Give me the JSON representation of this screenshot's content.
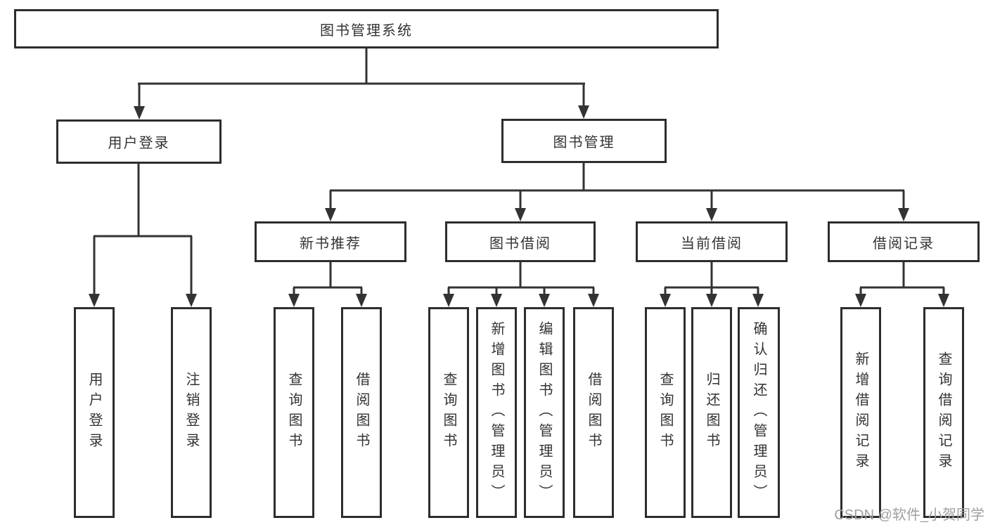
{
  "diagram": {
    "title": "图书管理系统",
    "level2": [
      {
        "label": "用户登录"
      },
      {
        "label": "图书管理"
      }
    ],
    "level3": [
      {
        "label": "新书推荐"
      },
      {
        "label": "图书借阅"
      },
      {
        "label": "当前借阅"
      },
      {
        "label": "借阅记录"
      }
    ],
    "leaves": {
      "user": [
        "用户登录",
        "注销登录"
      ],
      "recommend": [
        "查询图书",
        "借阅图书"
      ],
      "borrow": [
        "查询图书",
        "新增图书（管理员）",
        "编辑图书（管理员）",
        "借阅图书"
      ],
      "current": [
        "查询图书",
        "归还图书",
        "确认归还（管理员）"
      ],
      "records": [
        "新增借阅记录",
        "查询借阅记录"
      ]
    },
    "colors": {
      "line": "#333333",
      "border": "#2d2d2d",
      "text": "#333333",
      "watermark": "#a0a0a0"
    }
  },
  "watermark": {
    "text": "CSDN @软件_小贺同学"
  }
}
